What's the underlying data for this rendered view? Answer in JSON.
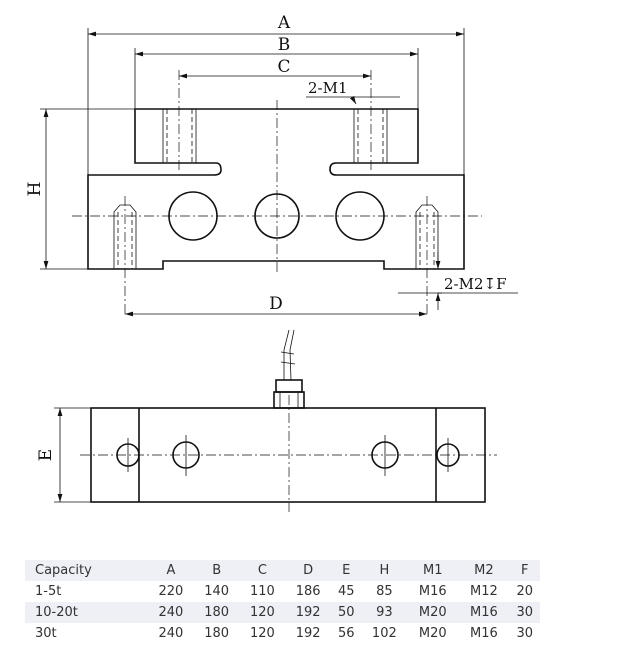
{
  "drawing": {
    "dimension_labels": {
      "A": "A",
      "B": "B",
      "C": "C",
      "D": "D",
      "E": "E",
      "H": "H",
      "m1_thread": "2-M1",
      "m2_thread": "2-M2↧F"
    }
  },
  "spec_table": {
    "headers": [
      "Capacity",
      "A",
      "B",
      "C",
      "D",
      "E",
      "H",
      "M1",
      "M2",
      "F"
    ],
    "rows": [
      [
        "1-5t",
        "220",
        "140",
        "110",
        "186",
        "45",
        "85",
        "M16",
        "M12",
        "20"
      ],
      [
        "10-20t",
        "240",
        "180",
        "120",
        "192",
        "50",
        "93",
        "M20",
        "M16",
        "30"
      ],
      [
        "30t",
        "240",
        "180",
        "120",
        "192",
        "56",
        "102",
        "M20",
        "M16",
        "30"
      ]
    ]
  }
}
